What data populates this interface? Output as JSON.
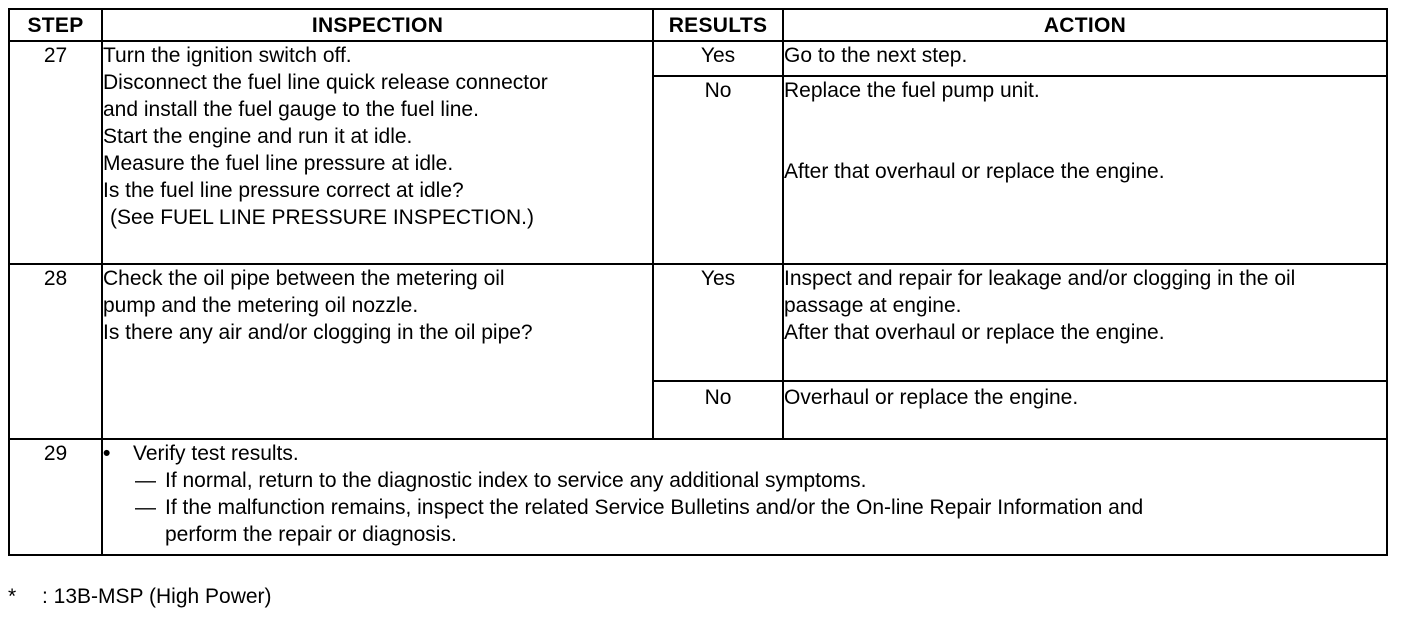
{
  "headers": {
    "step": "STEP",
    "inspection": "INSPECTION",
    "results": "RESULTS",
    "action": "ACTION"
  },
  "rows": [
    {
      "step": "27",
      "inspection": [
        "Turn the ignition switch off.",
        "Disconnect the fuel line quick release connector",
        "and install the fuel gauge to the fuel line.",
        "Start the engine and run it at idle.",
        "Measure the fuel line pressure at idle.",
        "Is the fuel line pressure correct at idle?",
        "(See FUEL LINE PRESSURE INSPECTION.)"
      ],
      "results": [
        {
          "result": "Yes",
          "action": [
            "Go to the next step."
          ]
        },
        {
          "result": "No",
          "action": [
            "Replace the fuel pump unit.",
            "After that overhaul or replace the engine."
          ]
        }
      ]
    },
    {
      "step": "28",
      "inspection": [
        "Check the oil pipe between the metering oil",
        "pump and the metering oil nozzle.",
        "Is there any air and/or clogging in the oil pipe?"
      ],
      "results": [
        {
          "result": "Yes",
          "action": [
            "Inspect and repair for leakage and/or clogging in the oil",
            "passage at engine.",
            "After that overhaul or replace the engine."
          ]
        },
        {
          "result": "No",
          "action": [
            "Overhaul or replace the engine."
          ]
        }
      ]
    },
    {
      "step": "29",
      "bullet_symbol": "•",
      "bullet": "Verify test results.",
      "dash_symbol": "—",
      "sub_items": [
        "If normal, return to the diagnostic index to service any additional symptoms.",
        "If the malfunction remains, inspect the related Service Bulletins and/or the On-line Repair Information and"
      ],
      "sub_item_continuation": "perform the repair or diagnosis."
    }
  ],
  "footnote": {
    "marker": "*",
    "text": ": 13B-MSP (High Power)"
  }
}
